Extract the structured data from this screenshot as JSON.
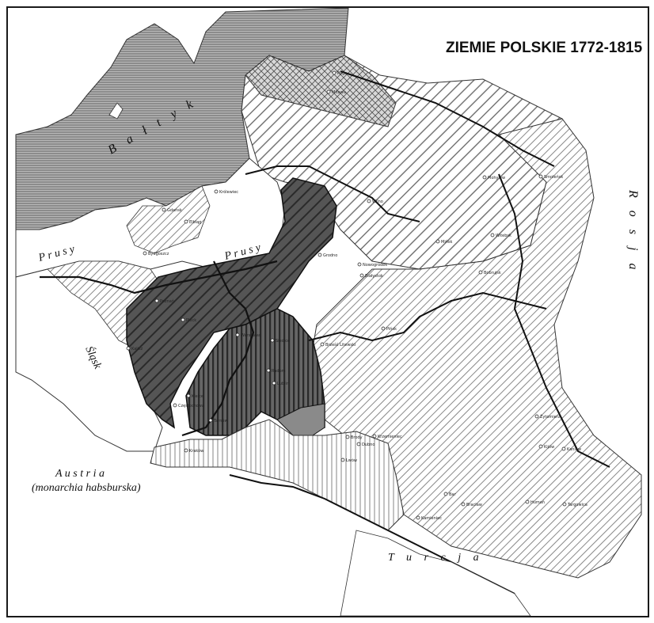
{
  "map": {
    "title": "ZIEMIE POLSKIE 1772-1815",
    "regions": {
      "sea": "B a ł t y k",
      "russia": "R o s j a",
      "prussia_west": "P r u s y",
      "prussia_east": "P r u s y",
      "silesia": "Śląsk",
      "austria": "A u s t r i a",
      "austria_sub": "(monarchia habsburska)",
      "turkey": "T u r c j a"
    },
    "cities": [
      {
        "name": "Ryga"
      },
      {
        "name": "Mitawa"
      },
      {
        "name": "Królewiec"
      },
      {
        "name": "Gdańsk"
      },
      {
        "name": "Elbląg"
      },
      {
        "name": "Bydgoszcz"
      },
      {
        "name": "Poznań"
      },
      {
        "name": "Kalisz"
      },
      {
        "name": "Płock"
      },
      {
        "name": "Warszawa"
      },
      {
        "name": "Wilno"
      },
      {
        "name": "Grodno"
      },
      {
        "name": "Nowogródek"
      },
      {
        "name": "Białystok"
      },
      {
        "name": "Mińsk"
      },
      {
        "name": "Witebsk"
      },
      {
        "name": "Smoleńsk"
      },
      {
        "name": "Mohylew"
      },
      {
        "name": "Bobrujsk"
      },
      {
        "name": "Pińsk"
      },
      {
        "name": "Brześć Litewski"
      },
      {
        "name": "Siedlce"
      },
      {
        "name": "Radom"
      },
      {
        "name": "Lublin"
      },
      {
        "name": "Kielce"
      },
      {
        "name": "Częstochowa"
      },
      {
        "name": "Kraków"
      },
      {
        "name": "Tarnów"
      },
      {
        "name": "Dubno"
      },
      {
        "name": "Brody"
      },
      {
        "name": "Krzemieniec"
      },
      {
        "name": "Lwów"
      },
      {
        "name": "Żytomierz"
      },
      {
        "name": "Kijów"
      },
      {
        "name": "Kaniów"
      },
      {
        "name": "Bar"
      },
      {
        "name": "Bracław"
      },
      {
        "name": "Humań"
      },
      {
        "name": "Targowica"
      },
      {
        "name": "Kamieniec"
      }
    ],
    "colors": {
      "sea": "#9a9a9a",
      "duchy": "#555555",
      "duchy_light": "#8a8a8a",
      "hatch": "#6a6a6a",
      "border": "#111111"
    }
  }
}
